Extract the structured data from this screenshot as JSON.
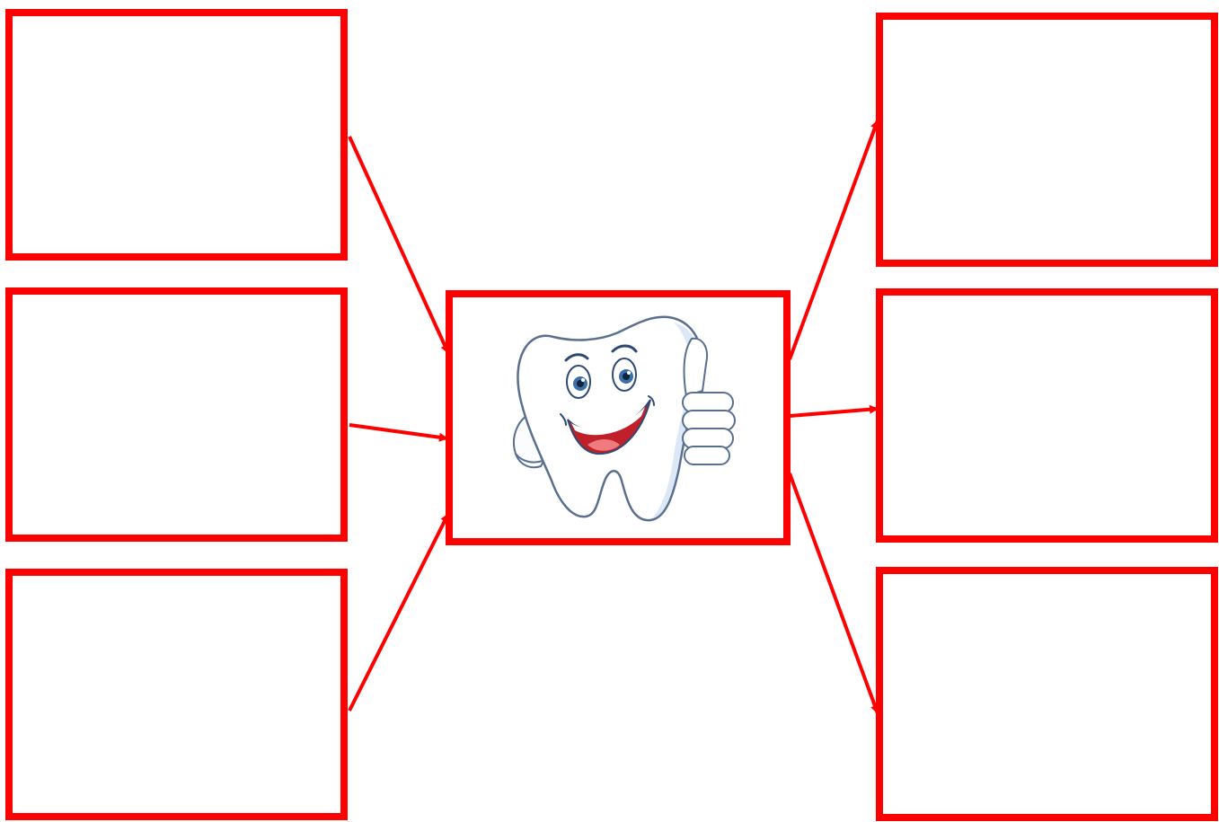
{
  "diagram": {
    "border_color": "#ff0000",
    "background": "#ffffff",
    "center": {
      "image": "tooth-thumbs-up-cartoon",
      "text": ""
    },
    "left_boxes": [
      {
        "text": ""
      },
      {
        "text": ""
      },
      {
        "text": ""
      }
    ],
    "right_boxes": [
      {
        "text": ""
      },
      {
        "text": ""
      },
      {
        "text": ""
      }
    ],
    "arrows": [
      {
        "from": "left-box-1",
        "to": "center-box"
      },
      {
        "from": "left-box-2",
        "to": "center-box"
      },
      {
        "from": "left-box-3",
        "to": "center-box"
      },
      {
        "from": "center-box",
        "to": "right-box-1"
      },
      {
        "from": "center-box",
        "to": "right-box-2"
      },
      {
        "from": "center-box",
        "to": "right-box-3"
      }
    ]
  }
}
